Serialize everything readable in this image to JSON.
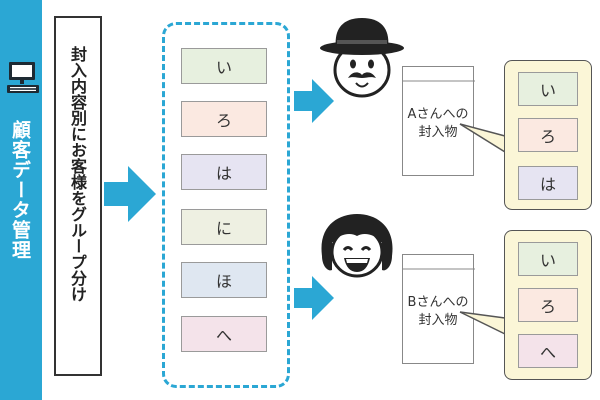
{
  "sidebar": {
    "title": "顧客データ管理",
    "icon": "computer-icon"
  },
  "grouping": {
    "label": "封入内容別にお客様をグループ分け"
  },
  "customer_groups": [
    {
      "label": "い",
      "color": "#e7f0df"
    },
    {
      "label": "ろ",
      "color": "#fbe9e1"
    },
    {
      "label": "は",
      "color": "#e6e4f2"
    },
    {
      "label": "に",
      "color": "#eef0e2"
    },
    {
      "label": "ほ",
      "color": "#dfe7f1"
    },
    {
      "label": "へ",
      "color": "#f4e3ea"
    }
  ],
  "recipients": [
    {
      "avatar": "man-with-hat-icon",
      "envelope_line1": "Aさんへの",
      "envelope_line2": "封入物",
      "items": [
        {
          "label": "い",
          "color": "#e7f0df"
        },
        {
          "label": "ろ",
          "color": "#fbe9e1"
        },
        {
          "label": "は",
          "color": "#e6e4f2"
        }
      ]
    },
    {
      "avatar": "smiling-woman-icon",
      "envelope_line1": "Bさんへの",
      "envelope_line2": "封入物",
      "items": [
        {
          "label": "い",
          "color": "#e7f0df"
        },
        {
          "label": "ろ",
          "color": "#fbe9e1"
        },
        {
          "label": "へ",
          "color": "#f4e3ea"
        }
      ]
    }
  ],
  "colors": {
    "accent": "#2ba7d4",
    "panel_bg": "#fbf6d7"
  }
}
